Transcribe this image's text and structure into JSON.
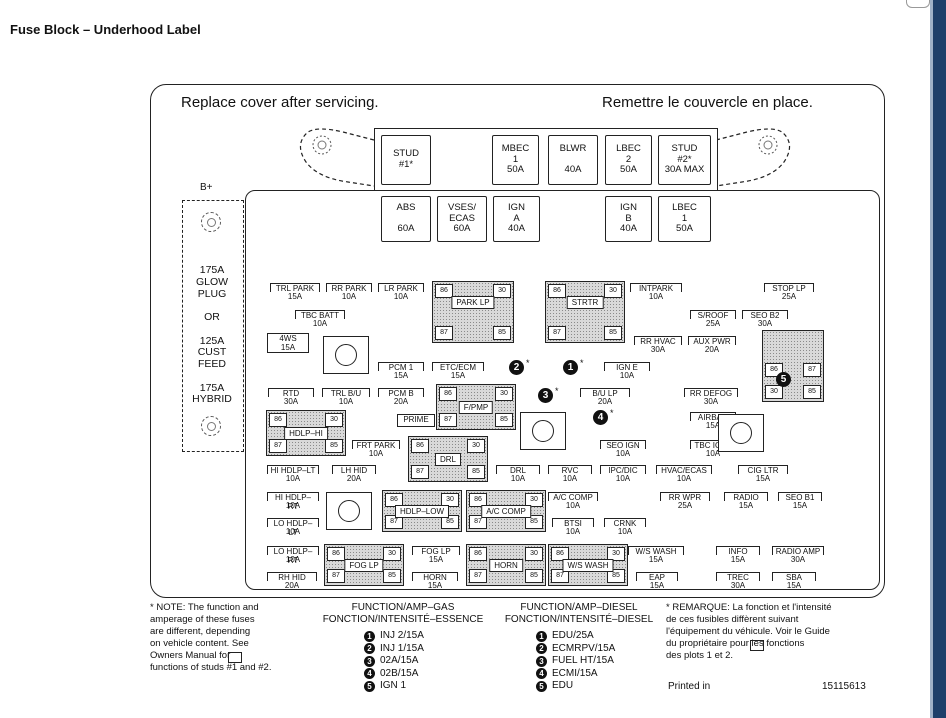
{
  "page_title": "Fuse Block – Underhood Label",
  "header_en": "Replace cover after servicing.",
  "header_fr": "Remettre le couvercle en place.",
  "b_plus": "B+",
  "glow_text": "175A\nGLOW\nPLUG\n\nOR\n\n125A\nCUST\nFEED\n\n175A\nHYBRID",
  "top_row": [
    {
      "id": "stud1",
      "text": "STUD\n#1*"
    },
    {
      "id": "mbec1",
      "text": "MBEC\n1\n50A"
    },
    {
      "id": "blwr",
      "text": "BLWR\n\n40A"
    },
    {
      "id": "lbec2",
      "text": "LBEC\n2\n50A"
    },
    {
      "id": "stud2",
      "text": "STUD\n#2*\n30A MAX"
    }
  ],
  "second_row": [
    {
      "id": "abs",
      "text": "ABS\n\n60A"
    },
    {
      "id": "vses",
      "text": "VSES/\nECAS\n60A"
    },
    {
      "id": "igna",
      "text": "IGN\nA\n40A"
    },
    {
      "id": "ignb",
      "text": "IGN\nB\n40A"
    },
    {
      "id": "lbec1",
      "text": "LBEC\n1\n50A"
    }
  ],
  "fuses": {
    "trl_park": {
      "n": "TRL PARK",
      "a": "15A"
    },
    "rr_park": {
      "n": "RR PARK",
      "a": "10A"
    },
    "lr_park": {
      "n": "LR PARK",
      "a": "10A"
    },
    "tbc_batt": {
      "n": "TBC BATT",
      "a": "10A"
    },
    "fws": {
      "n": "4WS",
      "a": "15A"
    },
    "intpark": {
      "n": "INTPARK",
      "a": "10A"
    },
    "stop_lp": {
      "n": "STOP LP",
      "a": "25A"
    },
    "sroof": {
      "n": "S/ROOF",
      "a": "25A"
    },
    "seo_b2": {
      "n": "SEO B2",
      "a": "30A"
    },
    "rr_hvac": {
      "n": "RR HVAC",
      "a": "30A"
    },
    "aux_pwr": {
      "n": "AUX PWR",
      "a": "20A"
    },
    "pcm1": {
      "n": "PCM 1",
      "a": "15A"
    },
    "etc_ecm": {
      "n": "ETC/ECM",
      "a": "15A"
    },
    "ign_e": {
      "n": "IGN E",
      "a": "10A"
    },
    "rtd": {
      "n": "RTD",
      "a": "30A"
    },
    "trl_bu": {
      "n": "TRL B/U",
      "a": "10A"
    },
    "pcm_b": {
      "n": "PCM B",
      "a": "20A"
    },
    "bu_lp": {
      "n": "B/U LP",
      "a": "20A"
    },
    "rr_defog": {
      "n": "RR DEFOG",
      "a": "30A"
    },
    "prime": {
      "n": "PRIME",
      "a": ""
    },
    "airbag": {
      "n": "AIRBAG",
      "a": "15A"
    },
    "frt_park": {
      "n": "FRT PARK",
      "a": "10A"
    },
    "seo_ign": {
      "n": "SEO IGN",
      "a": "10A"
    },
    "tbc_ign1": {
      "n": "TBC IGN1",
      "a": "10A"
    },
    "hi_hdlp_lt": {
      "n": "HI HDLP–LT",
      "a": "10A"
    },
    "lh_hid": {
      "n": "LH HID",
      "a": "20A"
    },
    "drl": {
      "n": "DRL",
      "a": "10A"
    },
    "rvc": {
      "n": "RVC",
      "a": "10A"
    },
    "ipc_dic": {
      "n": "IPC/DIC",
      "a": "10A"
    },
    "hvac_ecas": {
      "n": "HVAC/ECAS",
      "a": "10A"
    },
    "cig_ltr": {
      "n": "CIG LTR",
      "a": "15A"
    },
    "hi_hdlp_rt": {
      "n": "HI HDLP–RT",
      "a": "10A"
    },
    "ac_comp": {
      "n": "A/C COMP",
      "a": "10A"
    },
    "rr_wpr": {
      "n": "RR WPR",
      "a": "25A"
    },
    "radio": {
      "n": "RADIO",
      "a": "15A"
    },
    "seo_b1": {
      "n": "SEO B1",
      "a": "15A"
    },
    "lo_hdlp_lt": {
      "n": "LO HDLP–LT",
      "a": "10A"
    },
    "btsi": {
      "n": "BTSI",
      "a": "10A"
    },
    "crnk": {
      "n": "CRNK",
      "a": "10A"
    },
    "lo_hdlp_rt": {
      "n": "LO HDLP–RT",
      "a": "10A"
    },
    "fog_lp": {
      "n": "FOG LP",
      "a": "15A"
    },
    "ws_wash": {
      "n": "W/S WASH",
      "a": "15A"
    },
    "info": {
      "n": "INFO",
      "a": "15A"
    },
    "radio_amp": {
      "n": "RADIO AMP",
      "a": "30A"
    },
    "rh_hid": {
      "n": "RH HID",
      "a": "20A"
    },
    "horn": {
      "n": "HORN",
      "a": "15A"
    },
    "eap": {
      "n": "EAP",
      "a": "15A"
    },
    "trec": {
      "n": "TREC",
      "a": "30A"
    },
    "sba": {
      "n": "SBA",
      "a": "15A"
    }
  },
  "relays": {
    "park_lp": "PARK LP",
    "strtr": "STRTR",
    "hdlp_hi": "HDLP–HI",
    "f_pmp": "F/PMP",
    "drl": "DRL",
    "hdlp_low": "HDLP–LOW",
    "ac_comp": "A/C COMP",
    "fog_lp": "FOG LP",
    "horn": "HORN",
    "ws_wash": "W/S WASH"
  },
  "pins": {
    "p86": "86",
    "p30": "30",
    "p87": "87",
    "p85": "85"
  },
  "badges": {
    "b1": "1",
    "b2": "2",
    "b3": "3",
    "b4": "4",
    "b5": "5",
    "star": "*"
  },
  "note_left": "* NOTE:  The function and\n   amperage of these fuses\n   are different, depending\n   on vehicle content.  See\n   Owners Manual      for\n   functions of studs #1 and #2.",
  "gas_head": "FUNCTION/AMP–GAS\nFONCTION/INTENSITÉ–ESSENCE",
  "gas_items": [
    "INJ 2/15A",
    "INJ 1/15A",
    "02A/15A",
    "02B/15A",
    "IGN 1"
  ],
  "diesel_head": "FUNCTION/AMP–DIESEL\nFONCTION/INTENSITÉ–DIESEL",
  "diesel_items": [
    "EDU/25A",
    "ECMRPV/15A",
    "FUEL HT/15A",
    "ECMI/15A",
    "EDU"
  ],
  "note_right": "* REMARQUE:  La fonction et l'intensité\n   de ces fusibles diffèrent suivant\n   l'équipement du véhicule. Voir le Guide\n   du propriétaire      pour les fonctions\n   des plots 1 et 2.",
  "printed_in": "Printed in",
  "part_number": "15115613"
}
